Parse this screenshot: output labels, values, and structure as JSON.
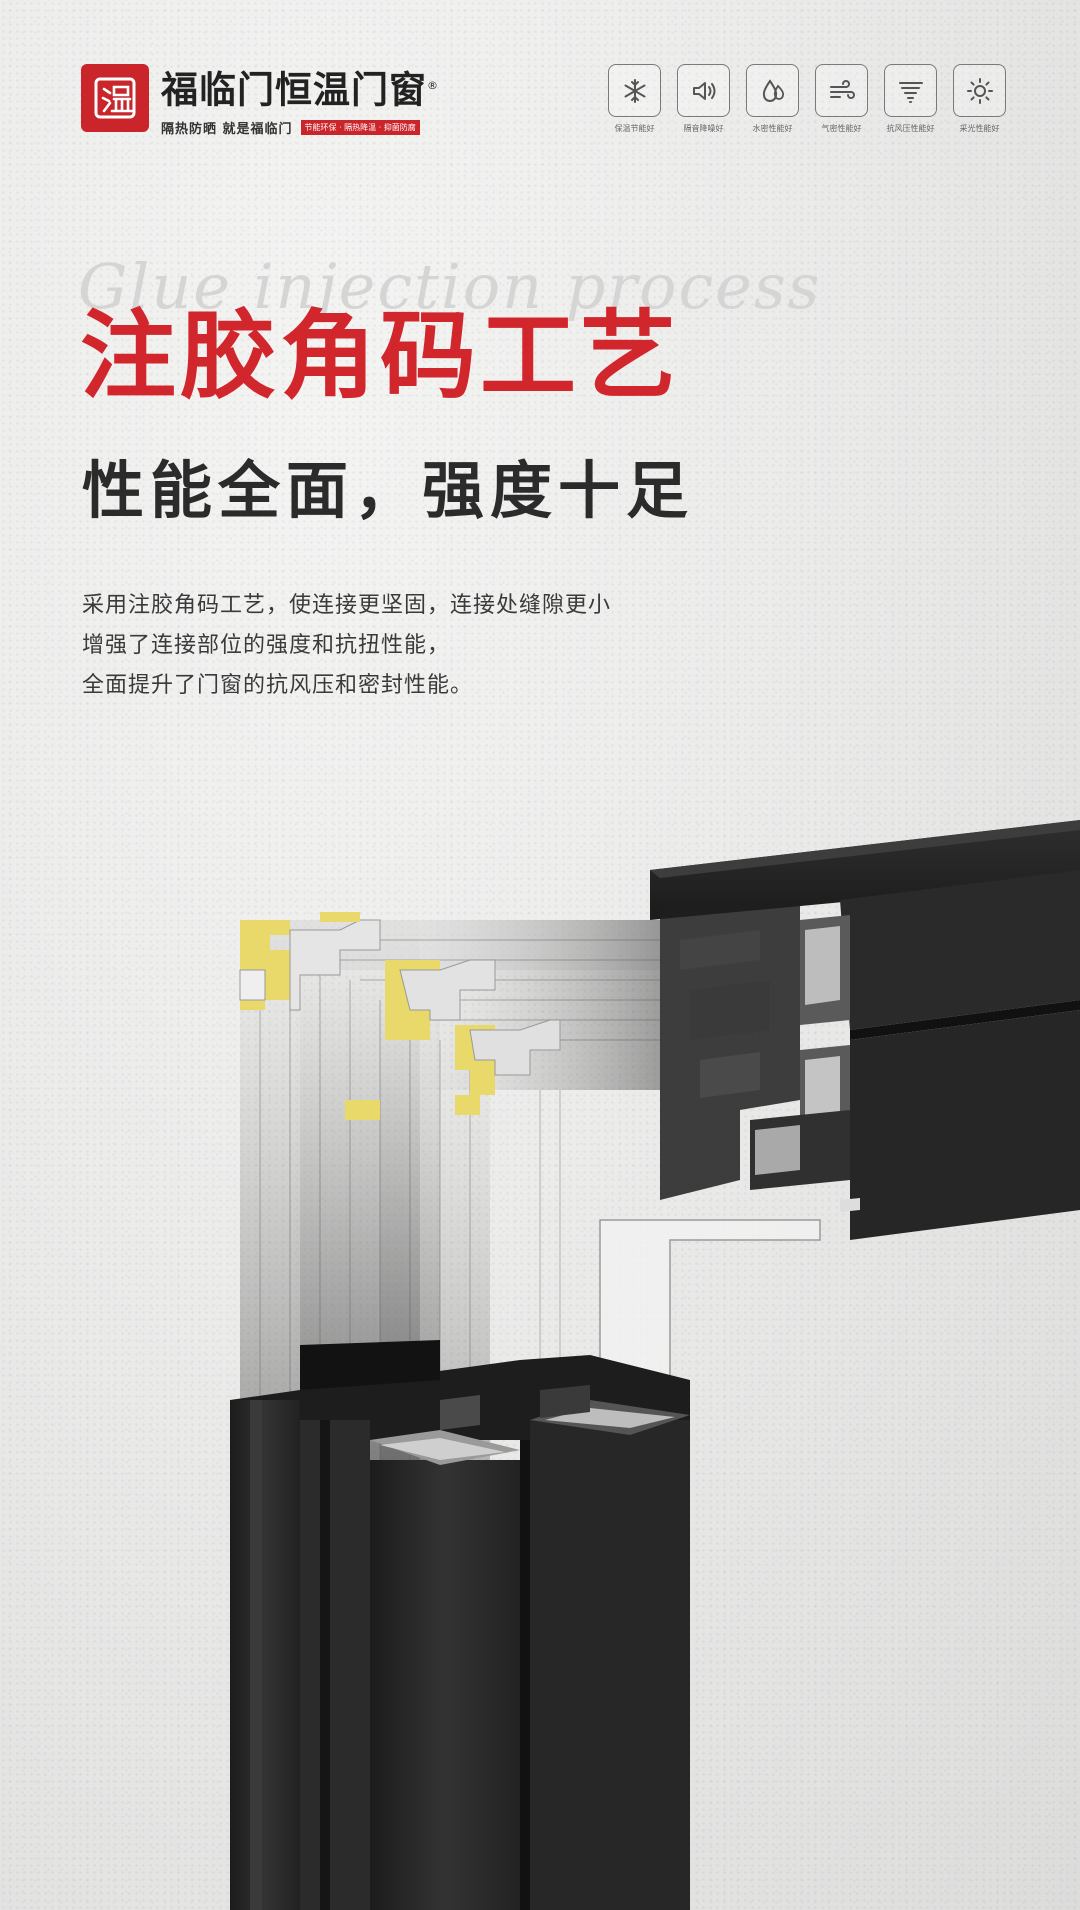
{
  "brand": {
    "logo_char": "温",
    "name": "福临门恒温门窗",
    "registered": "®",
    "slogan": "隔热防晒  就是福临门",
    "tag": "节能环保 · 隔热降温 · 抑菌防腐"
  },
  "features": [
    {
      "icon": "snowflake-icon",
      "label": "保温节能好"
    },
    {
      "icon": "speaker-icon",
      "label": "隔音降噪好"
    },
    {
      "icon": "water-drop-icon",
      "label": "水密性能好"
    },
    {
      "icon": "wind-icon",
      "label": "气密性能好"
    },
    {
      "icon": "tornado-icon",
      "label": "抗风压性能好"
    },
    {
      "icon": "sun-icon",
      "label": "采光性能好"
    }
  ],
  "headline": {
    "english": "Glue injection process",
    "title": "注胶角码工艺",
    "subtitle": "性能全面，强度十足"
  },
  "description": [
    "采用注胶角码工艺，使连接更坚固，连接处缝隙更小",
    "增强了连接部位的强度和抗扭性能，",
    "全面提升了门窗的抗风压和密封性能。"
  ],
  "colors": {
    "brand_red": "#c9252a",
    "title_red": "#d1262c",
    "frame_dark": "#2a2a2a",
    "insulation_yellow": "#e8d96a"
  }
}
